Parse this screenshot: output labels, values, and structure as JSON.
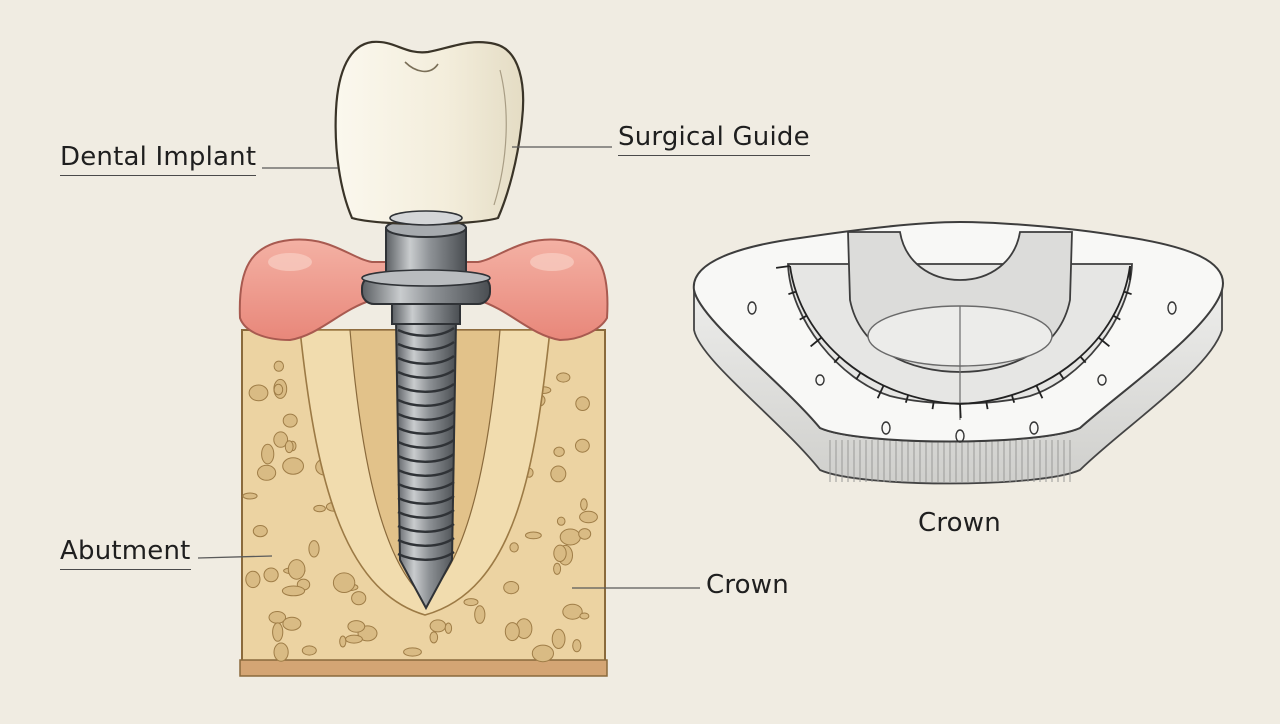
{
  "labels": {
    "dental_implant": "Dental Implant",
    "surgical_guide": "Surgical Guide",
    "abutment": "Abutment",
    "crown_left": "Crown",
    "crown_right": "Crown"
  },
  "colors": {
    "background": "#f0ece2",
    "gum": "#ee9a8c",
    "bone": "#ecd3a2",
    "bone_pores": "#d2b27a",
    "tooth_crown": "#f6f1e2",
    "implant_metal": "#8e9296",
    "guide": "#f7f7f5",
    "guide_recess": "#dcdcda",
    "ink": "#222222"
  }
}
